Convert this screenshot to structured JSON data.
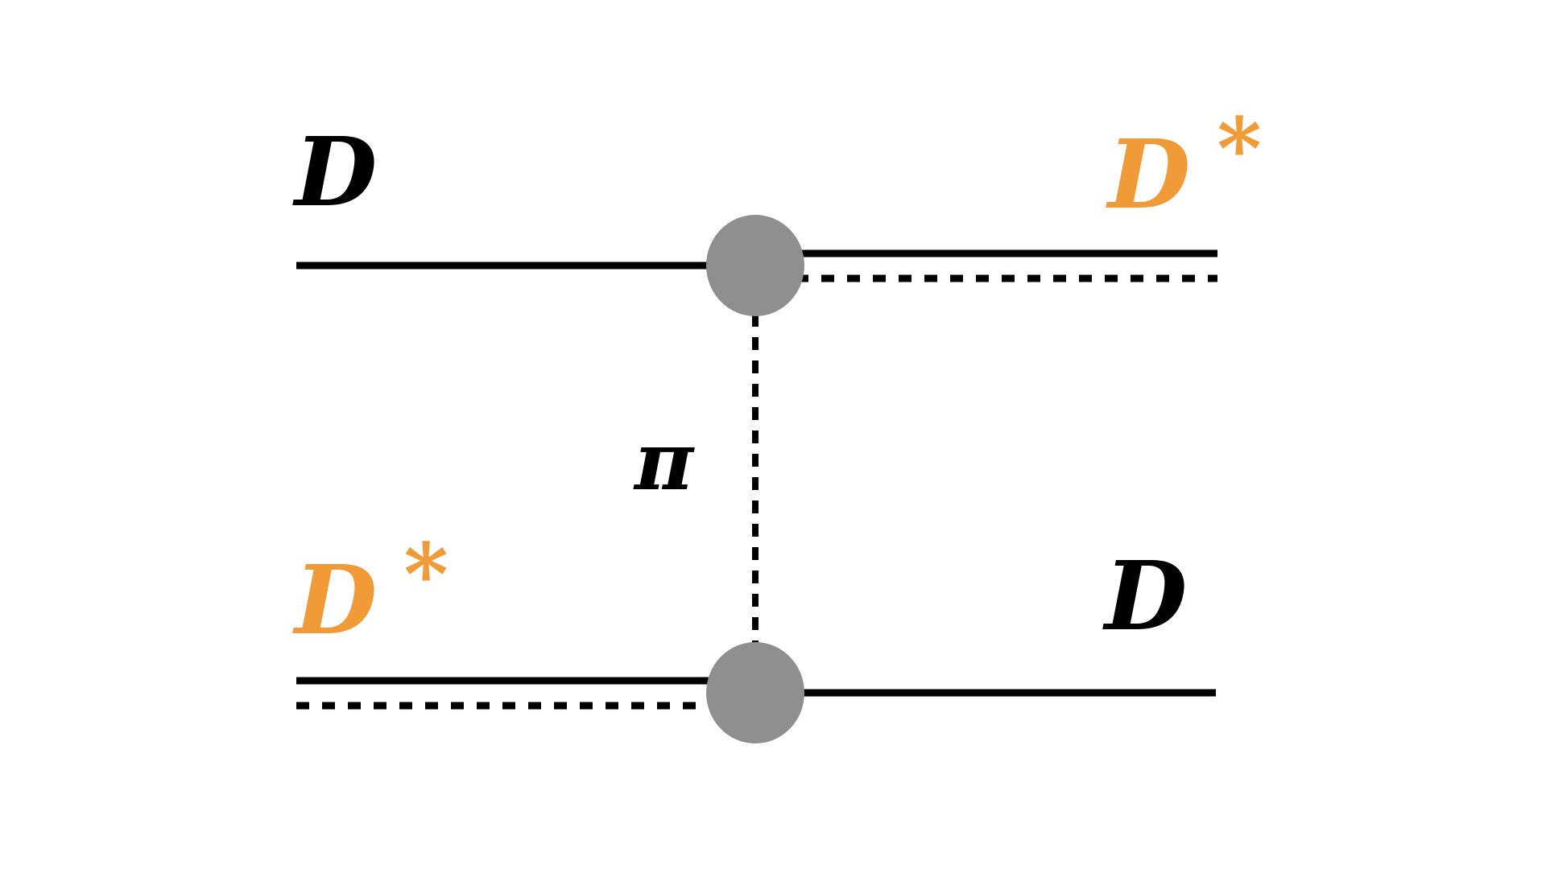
{
  "colors": {
    "line": "#000000",
    "vertex": "#8f8f8f",
    "background": "#ffffff",
    "dstar": "#f09a38"
  },
  "particles": {
    "top_left": {
      "symbol": "D",
      "star": ""
    },
    "top_right": {
      "symbol": "D",
      "star": "*"
    },
    "bottom_left": {
      "symbol": "D",
      "star": "*"
    },
    "bottom_right": {
      "symbol": "D",
      "star": ""
    },
    "exchange": {
      "symbol": "π"
    }
  }
}
